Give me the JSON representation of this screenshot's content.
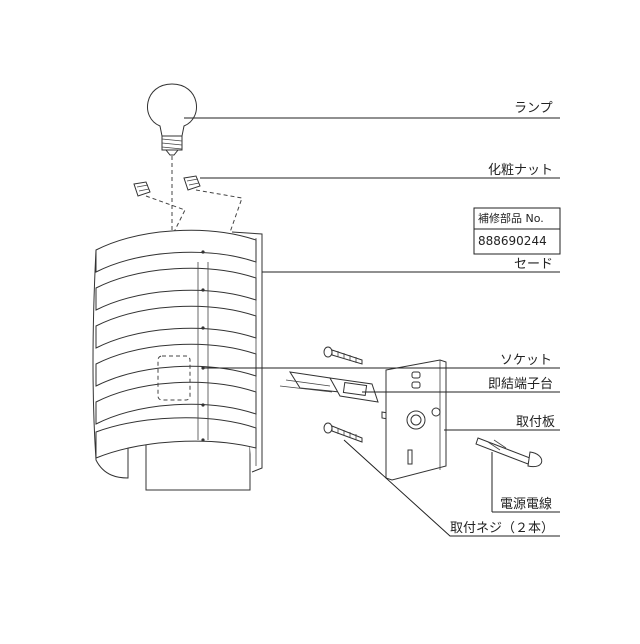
{
  "labels": {
    "lamp": "ランプ",
    "decorative_nut": "化粧ナット",
    "shade": "セード",
    "socket": "ソケット",
    "quick_terminal": "即結端子台",
    "mounting_plate": "取付板",
    "power_wire": "電源電線",
    "mounting_screw": "取付ネジ（２本）"
  },
  "repair_part": {
    "header": "補修部品 No.",
    "number": "888690244"
  }
}
